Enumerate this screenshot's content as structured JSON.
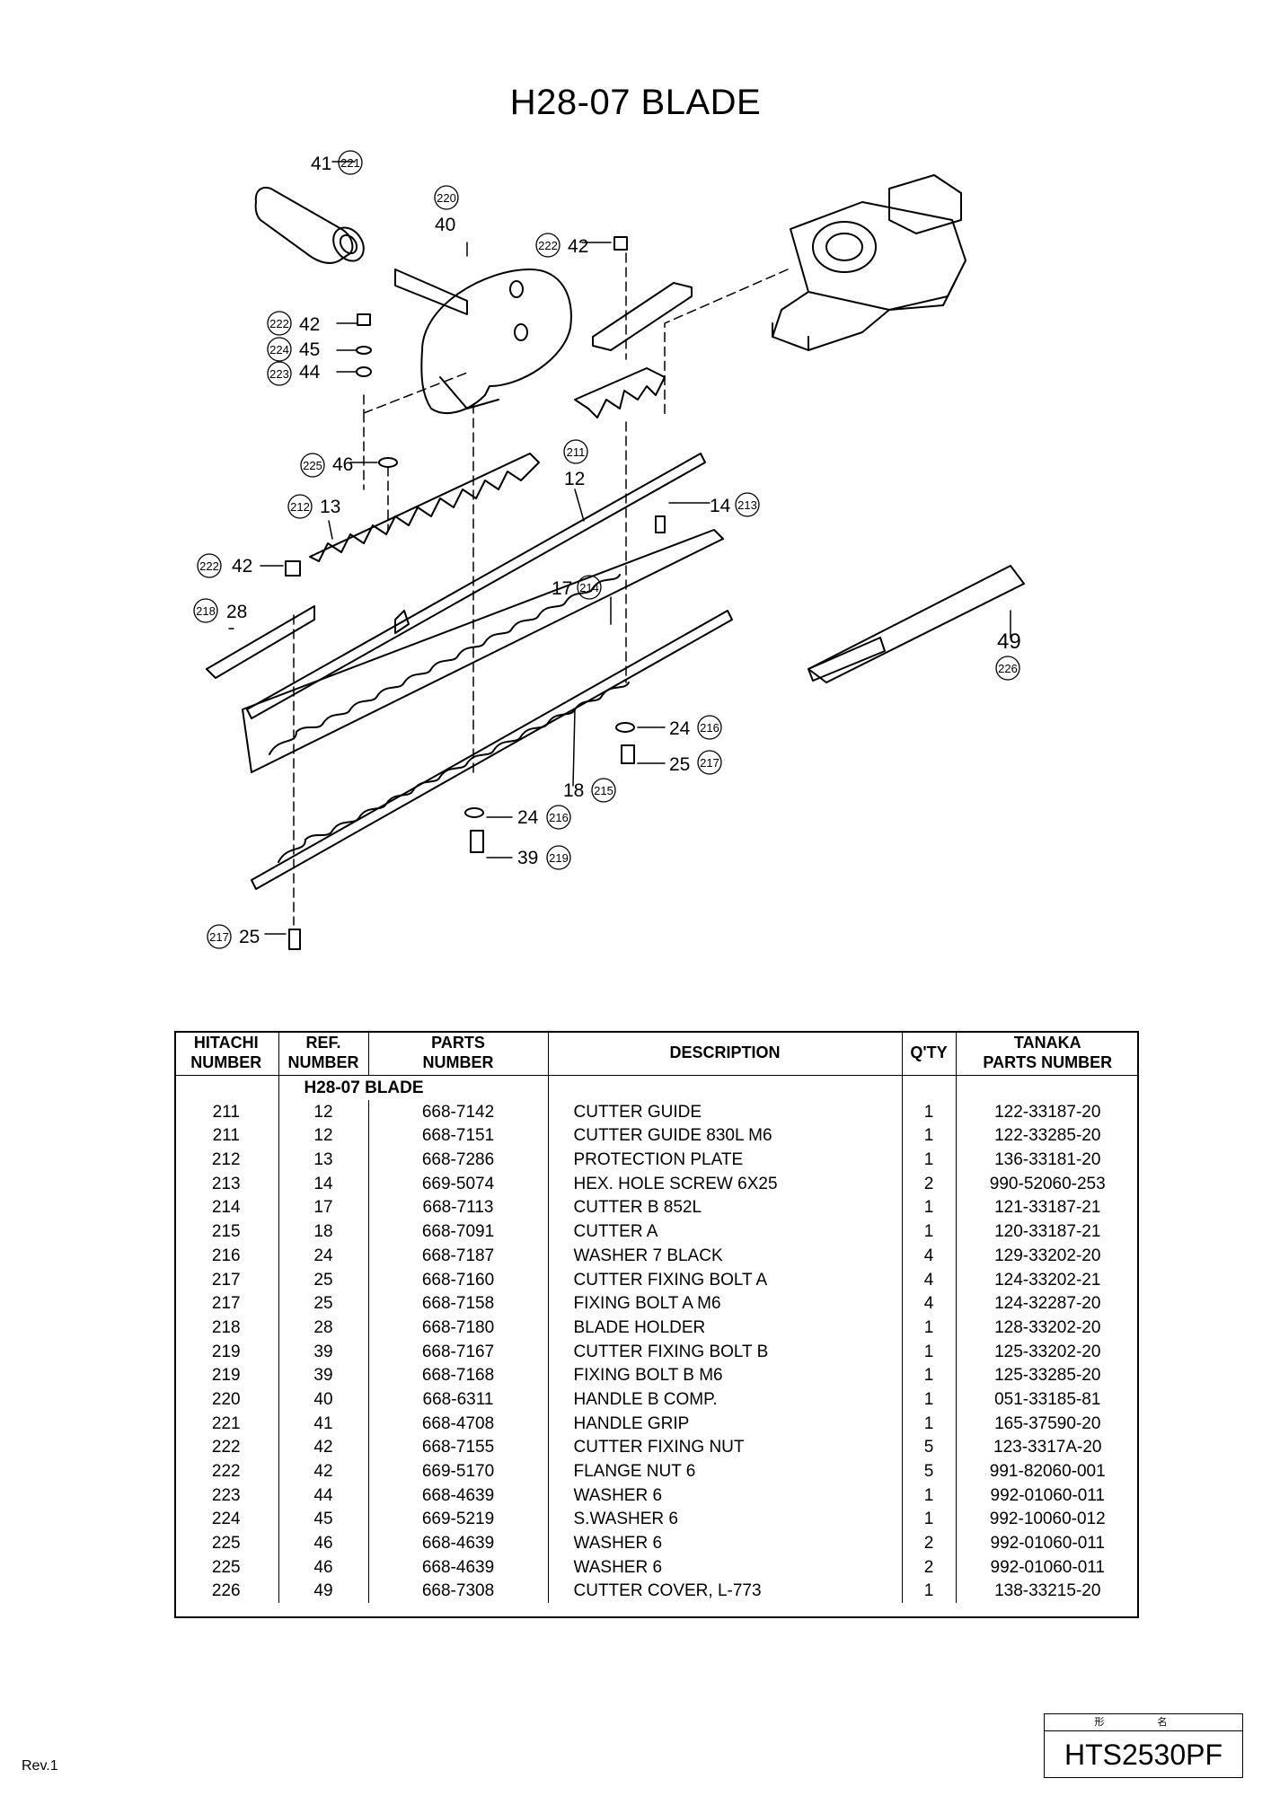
{
  "title": "H28-07 BLADE",
  "diagram": {
    "callouts": [
      {
        "ref": "41",
        "hitachi": "221"
      },
      {
        "ref": "40",
        "hitachi": "220"
      },
      {
        "ref": "42",
        "hitachi": "222"
      },
      {
        "ref": "42",
        "hitachi": "222"
      },
      {
        "ref": "45",
        "hitachi": "224"
      },
      {
        "ref": "44",
        "hitachi": "223"
      },
      {
        "ref": "46",
        "hitachi": "225"
      },
      {
        "ref": "12",
        "hitachi": "211"
      },
      {
        "ref": "13",
        "hitachi": "212"
      },
      {
        "ref": "14",
        "hitachi": "213"
      },
      {
        "ref": "42",
        "hitachi": "222"
      },
      {
        "ref": "28",
        "hitachi": "218"
      },
      {
        "ref": "17",
        "hitachi": "214"
      },
      {
        "ref": "49",
        "hitachi": "226"
      },
      {
        "ref": "24",
        "hitachi": "216"
      },
      {
        "ref": "25",
        "hitachi": "217"
      },
      {
        "ref": "18",
        "hitachi": "215"
      },
      {
        "ref": "24",
        "hitachi": "216"
      },
      {
        "ref": "39",
        "hitachi": "219"
      },
      {
        "ref": "25",
        "hitachi": "217"
      }
    ]
  },
  "table": {
    "headers": {
      "hitachi": [
        "HITACHI",
        "NUMBER"
      ],
      "ref": [
        "REF.",
        "NUMBER"
      ],
      "parts": [
        "PARTS",
        "NUMBER"
      ],
      "description": "DESCRIPTION",
      "qty": "Q'TY",
      "tanaka": [
        "TANAKA",
        "PARTS NUMBER"
      ]
    },
    "section": "H28-07  BLADE",
    "rows": [
      {
        "hitachi": "211",
        "ref": "12",
        "parts": "668-7142",
        "description": "CUTTER GUIDE",
        "qty": "1",
        "tanaka": "122-33187-20"
      },
      {
        "hitachi": "211",
        "ref": "12",
        "parts": "668-7151",
        "description": "CUTTER GUIDE 830L M6",
        "qty": "1",
        "tanaka": "122-33285-20"
      },
      {
        "hitachi": "212",
        "ref": "13",
        "parts": "668-7286",
        "description": "PROTECTION PLATE",
        "qty": "1",
        "tanaka": "136-33181-20"
      },
      {
        "hitachi": "213",
        "ref": "14",
        "parts": "669-5074",
        "description": "HEX. HOLE SCREW 6X25",
        "qty": "2",
        "tanaka": "990-52060-253"
      },
      {
        "hitachi": "214",
        "ref": "17",
        "parts": "668-7113",
        "description": "CUTTER B 852L",
        "qty": "1",
        "tanaka": "121-33187-21"
      },
      {
        "hitachi": "215",
        "ref": "18",
        "parts": "668-7091",
        "description": "CUTTER A",
        "qty": "1",
        "tanaka": "120-33187-21"
      },
      {
        "hitachi": "216",
        "ref": "24",
        "parts": "668-7187",
        "description": "WASHER 7 BLACK",
        "qty": "4",
        "tanaka": "129-33202-20"
      },
      {
        "hitachi": "217",
        "ref": "25",
        "parts": "668-7160",
        "description": "CUTTER FIXING BOLT A",
        "qty": "4",
        "tanaka": "124-33202-21"
      },
      {
        "hitachi": "217",
        "ref": "25",
        "parts": "668-7158",
        "description": "FIXING BOLT A M6",
        "qty": "4",
        "tanaka": "124-32287-20"
      },
      {
        "hitachi": "218",
        "ref": "28",
        "parts": "668-7180",
        "description": "BLADE HOLDER",
        "qty": "1",
        "tanaka": "128-33202-20"
      },
      {
        "hitachi": "219",
        "ref": "39",
        "parts": "668-7167",
        "description": "CUTTER FIXING BOLT B",
        "qty": "1",
        "tanaka": "125-33202-20"
      },
      {
        "hitachi": "219",
        "ref": "39",
        "parts": "668-7168",
        "description": "FIXING BOLT B M6",
        "qty": "1",
        "tanaka": "125-33285-20"
      },
      {
        "hitachi": "220",
        "ref": "40",
        "parts": "668-6311",
        "description": "HANDLE B COMP.",
        "qty": "1",
        "tanaka": "051-33185-81"
      },
      {
        "hitachi": "221",
        "ref": "41",
        "parts": "668-4708",
        "description": "HANDLE GRIP",
        "qty": "1",
        "tanaka": "165-37590-20"
      },
      {
        "hitachi": "222",
        "ref": "42",
        "parts": "668-7155",
        "description": "CUTTER FIXING NUT",
        "qty": "5",
        "tanaka": "123-3317A-20"
      },
      {
        "hitachi": "222",
        "ref": "42",
        "parts": "669-5170",
        "description": "FLANGE NUT 6",
        "qty": "5",
        "tanaka": "991-82060-001"
      },
      {
        "hitachi": "223",
        "ref": "44",
        "parts": "668-4639",
        "description": "WASHER 6",
        "qty": "1",
        "tanaka": "992-01060-011"
      },
      {
        "hitachi": "224",
        "ref": "45",
        "parts": "669-5219",
        "description": "S.WASHER 6",
        "qty": "1",
        "tanaka": "992-10060-012"
      },
      {
        "hitachi": "225",
        "ref": "46",
        "parts": "668-4639",
        "description": "WASHER 6",
        "qty": "2",
        "tanaka": "992-01060-011"
      },
      {
        "hitachi": "225",
        "ref": "46",
        "parts": "668-4639",
        "description": "WASHER 6",
        "qty": "2",
        "tanaka": "992-01060-011"
      },
      {
        "hitachi": "226",
        "ref": "49",
        "parts": "668-7308",
        "description": "CUTTER COVER, L-773",
        "qty": "1",
        "tanaka": "138-33215-20"
      }
    ]
  },
  "footer": {
    "revision": "Rev.1",
    "model_label": "形 名",
    "model": "HTS2530PF"
  }
}
